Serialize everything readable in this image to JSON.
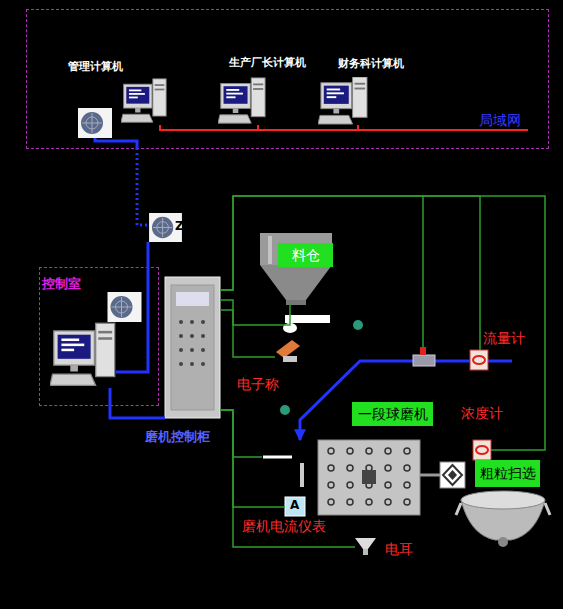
{
  "diagram": {
    "nodes": [
      {
        "text": [
          "局域网"
        ]
      },
      {
        "text": [
          "管理计算机"
        ],
        "in": 0
      },
      {
        "text": [
          "生产厂长计算机"
        ],
        "in": 0
      },
      {
        "text": [
          "财务科计算机"
        ],
        "in": 0
      },
      {
        "text": [
          "Z"
        ]
      },
      {
        "text": [
          "控制室"
        ]
      },
      {
        "text": [
          "磨机控制柜"
        ]
      },
      {
        "text": [
          "料仓"
        ]
      },
      {
        "text": [
          "电子称"
        ]
      },
      {
        "text": [
          "流量计"
        ]
      },
      {
        "text": [
          "一段球磨机"
        ]
      },
      {
        "text": [
          "浓度计"
        ]
      },
      {
        "text": [
          "粗粒扫选"
        ]
      },
      {
        "text": [
          "磨机电流仪表"
        ]
      },
      {
        "text": [
          "电耳"
        ]
      }
    ],
    "edges": [
      {
        "from": 0,
        "to": 4,
        "arrow": "none"
      },
      {
        "from": 4,
        "to": 5,
        "arrow": "none"
      },
      {
        "from": 5,
        "to": 6,
        "arrow": "none"
      },
      {
        "from": 1,
        "to": 2,
        "arrow": "none"
      },
      {
        "from": 2,
        "to": 3,
        "arrow": "none"
      },
      {
        "from": 6,
        "to": 7,
        "arrow": "none"
      },
      {
        "from": 6,
        "to": 8,
        "arrow": "none"
      },
      {
        "from": 6,
        "to": 9,
        "arrow": "none"
      },
      {
        "from": 6,
        "to": 11,
        "arrow": "none"
      },
      {
        "from": 6,
        "to": 10,
        "arrow": "none"
      },
      {
        "from": 6,
        "to": 13,
        "arrow": "none"
      },
      {
        "from": 6,
        "to": 14,
        "arrow": "none"
      },
      {
        "from": 9,
        "to": 10,
        "arrow": "to"
      },
      {
        "from": 10,
        "to": 12,
        "arrow": "none"
      }
    ],
    "labels": [
      "A"
    ]
  }
}
